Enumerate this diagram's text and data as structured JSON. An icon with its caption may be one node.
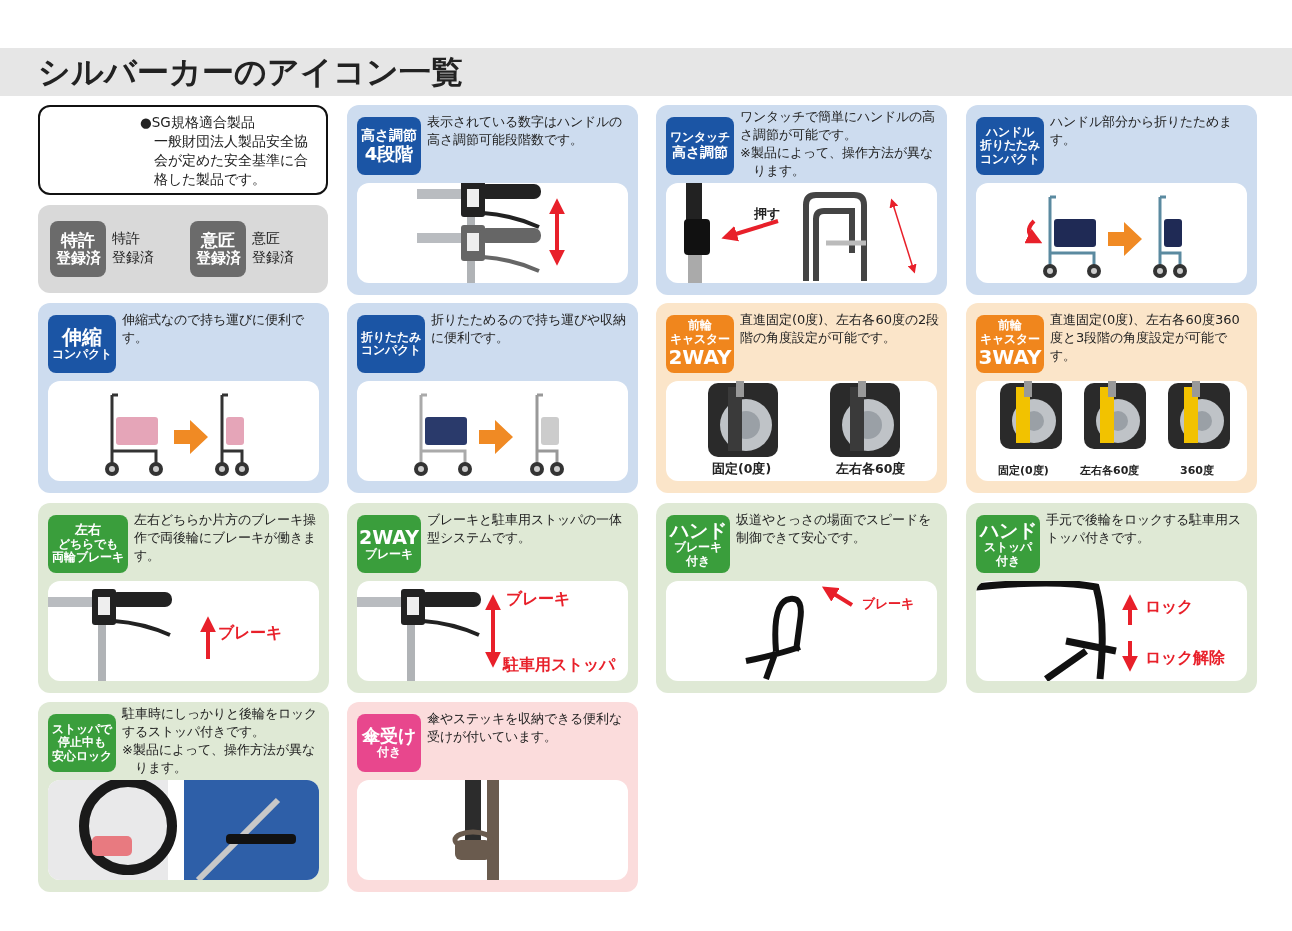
{
  "diagram": {
    "title": "シルバーカーのアイコン一覧",
    "nodes": [
      {
        "text": [
          "●SG規格適合製品",
          "一般財団法人製品安全協会が定めた安全基準に合格した製品です。"
        ]
      },
      {
        "text": [],
        "shape": "box"
      },
      {
        "text": [
          "特許",
          "登録済"
        ],
        "in": 1,
        "beside": [
          "特許",
          "登録済"
        ]
      },
      {
        "text": [
          "意匠",
          "登録済"
        ],
        "in": 1,
        "beside": [
          "意匠",
          "登録済"
        ]
      },
      {
        "text": [
          "表示されている数字はハンドルの高さ調節可能段階数です。"
        ]
      },
      {
        "text": [
          "高さ調節",
          "4段階"
        ],
        "in": 4
      },
      {
        "text": [
          "ワンタッチで簡単にハンドルの高さ調節が可能です。",
          "※製品によって、操作方法が異なります。"
        ]
      },
      {
        "text": [
          "ワンタッチ",
          "高さ調節"
        ],
        "in": 6
      },
      {
        "text": [
          "ハンドル部分から折りたためます。"
        ]
      },
      {
        "text": [
          "ハンドル",
          "折りたたみ",
          "コンパクト"
        ],
        "in": 8
      },
      {
        "text": [
          "伸縮式なので持ち運びに便利です。"
        ]
      },
      {
        "text": [
          "伸縮",
          "コンパクト"
        ],
        "in": 10
      },
      {
        "text": [
          "折りたためるので持ち運びや収納に便利です。"
        ]
      },
      {
        "text": [
          "折りたたみ",
          "コンパクト"
        ],
        "in": 12
      },
      {
        "text": [
          "直進固定(0度)、左右各60度の2段階の角度設定が可能です。"
        ]
      },
      {
        "text": [
          "前輪",
          "キャスター",
          "2WAY"
        ],
        "in": 14
      },
      {
        "text": [
          "直進固定(0度)、左右各60度360度と3段階の角度設定が可能です。"
        ]
      },
      {
        "text": [
          "前輪",
          "キャスター",
          "3WAY"
        ],
        "in": 16
      },
      {
        "text": [
          "左右どちらか片方のブレーキ操作で両後輪にブレーキが働きます。"
        ]
      },
      {
        "text": [
          "左右",
          "どちらでも",
          "両輪ブレーキ"
        ],
        "in": 18
      },
      {
        "text": [
          "ブレーキと駐車用ストッパの一体型システムです。"
        ]
      },
      {
        "text": [
          "2WAY",
          "ブレーキ"
        ],
        "in": 20
      },
      {
        "text": [
          "坂道やとっさの場面でスピードを制御できて安心です。"
        ]
      },
      {
        "text": [
          "ハンド",
          "ブレーキ",
          "付き"
        ],
        "in": 22
      },
      {
        "text": [
          "手元で後輪をロックする駐車用ストッパ付きです。"
        ]
      },
      {
        "text": [
          "ハンド",
          "ストッパ",
          "付き"
        ],
        "in": 24
      },
      {
        "text": [
          "駐車時にしっかりと後輪をロックするストッパ付きです。",
          "※製品によって、操作方法が異なります。"
        ]
      },
      {
        "text": [
          "ストッパで",
          "停止中も",
          "安心ロック"
        ],
        "in": 26
      },
      {
        "text": [
          "傘やステッキを収納できる便利な受けが付いています。"
        ]
      },
      {
        "text": [
          "傘受け",
          "付き"
        ],
        "in": 28
      }
    ],
    "labels": [
      "押す",
      "固定(0度)",
      "左右各60度",
      "固定(0度)",
      "左右各60度",
      "360度",
      "ブレーキ",
      "ブレーキ",
      "駐車用ストッパ",
      "ブレーキ",
      "ロック",
      "ロック解除"
    ]
  }
}
